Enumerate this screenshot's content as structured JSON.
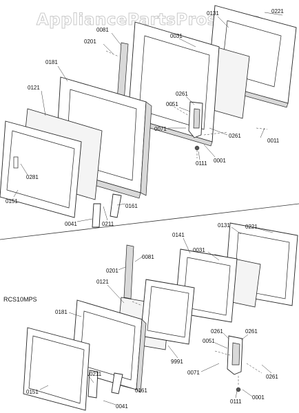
{
  "watermark": "AppliancePartsPros.com",
  "model_label": "RCS10MPS",
  "colors": {
    "line": "#222222",
    "watermark": "#c9c9c9",
    "background": "#ffffff"
  },
  "top_section": {
    "callouts": [
      "0221",
      "0131",
      "0081",
      "0201",
      "0031",
      "0181",
      "0121",
      "0261",
      "0051",
      "0071",
      "0261",
      "0011",
      "0111",
      "0001",
      "0281",
      "0151",
      "0041",
      "0211",
      "0161"
    ]
  },
  "bottom_section": {
    "callouts": [
      "0131",
      "0221",
      "0081",
      "0141",
      "0031",
      "0201",
      "0121",
      "0181",
      "0261",
      "0261",
      "0051",
      "9991",
      "0071",
      "0261",
      "0151",
      "0211",
      "0161",
      "0041",
      "0111",
      "0001"
    ]
  }
}
